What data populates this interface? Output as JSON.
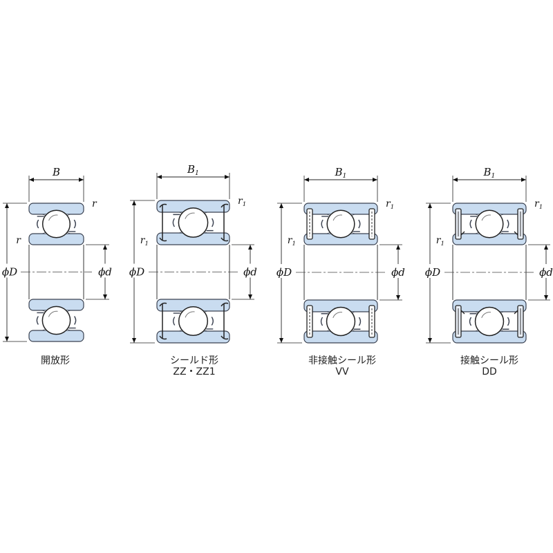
{
  "colors": {
    "race_fill": "#c9dcf0",
    "race_stroke": "#3a4150",
    "ball_fill": "#ffffff",
    "line": "#333333"
  },
  "panels": [
    {
      "id": "open",
      "type": "open",
      "caption": "開放形",
      "caption2": "",
      "width_label": "B",
      "width_sub": "",
      "r_label": "r",
      "r_sub": "",
      "r2_label": "r",
      "r2_sub": "",
      "outer_dia_label": "ϕD",
      "bore_dia_label": "ϕd"
    },
    {
      "id": "shield",
      "type": "shield",
      "caption": "シールド形",
      "caption2": "ZZ・ZZ1",
      "width_label": "B",
      "width_sub": "1",
      "r_label": "r",
      "r_sub": "1",
      "r2_label": "r",
      "r2_sub": "1",
      "outer_dia_label": "ϕD",
      "bore_dia_label": "ϕd"
    },
    {
      "id": "non-contact-seal",
      "type": "vv",
      "caption": "非接触シール形",
      "caption2": "VV",
      "width_label": "B",
      "width_sub": "1",
      "r_label": "r",
      "r_sub": "1",
      "r2_label": "r",
      "r2_sub": "1",
      "outer_dia_label": "ϕD",
      "bore_dia_label": "ϕd"
    },
    {
      "id": "contact-seal",
      "type": "dd",
      "caption": "接触シール形",
      "caption2": "DD",
      "width_label": "B",
      "width_sub": "1",
      "r_label": "r",
      "r_sub": "1",
      "r2_label": "r",
      "r2_sub": "1",
      "outer_dia_label": "ϕD",
      "bore_dia_label": "ϕd"
    }
  ]
}
